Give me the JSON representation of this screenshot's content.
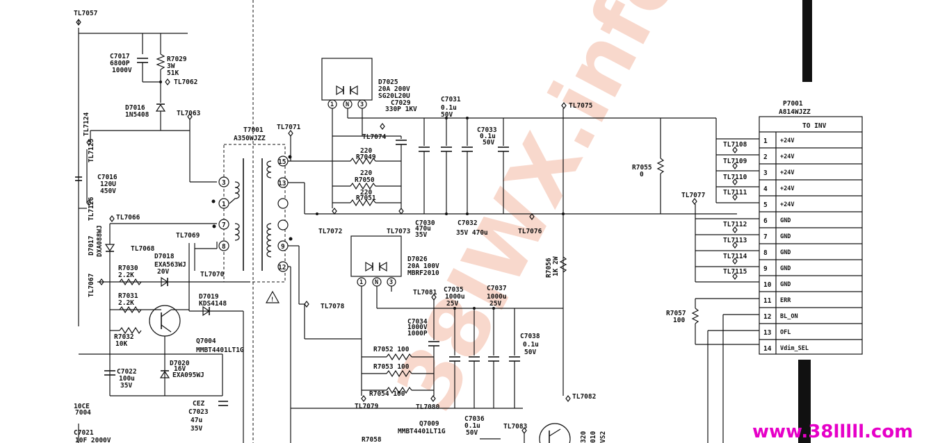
{
  "test_points": {
    "TL7057": "TL7057",
    "TL7062": "TL7062",
    "TL7063": "TL7063",
    "TL7124": "TL7124",
    "TL7125": "TL7125",
    "TL7126": "TL7126",
    "TL7067": "TL7067",
    "TL7066": "TL7066",
    "TL7068": "TL7068",
    "TL7069": "TL7069",
    "TL7070": "TL7070",
    "TL7071": "TL7071",
    "TL7072": "TL7072",
    "TL7073": "TL7073",
    "TL7074": "TL7074",
    "TL7075": "TL7075",
    "TL7076": "TL7076",
    "TL7077": "TL7077",
    "TL7078": "TL7078",
    "TL7079": "TL7079",
    "TL7080": "TL7080",
    "TL7081": "TL7081",
    "TL7082": "TL7082",
    "TL7083": "TL7083",
    "TL7108": "TL7108",
    "TL7109": "TL7109",
    "TL7110": "TL7110",
    "TL7111": "TL7111",
    "TL7112": "TL7112",
    "TL7113": "TL7113",
    "TL7114": "TL7114",
    "TL7115": "TL7115"
  },
  "components": {
    "c7017": [
      "C7017",
      "6800P",
      "1000V"
    ],
    "r7029": [
      "R7029",
      "3W",
      "51K"
    ],
    "d7016": [
      "D7016",
      "1N5408"
    ],
    "c7016": [
      "C7016",
      "120U",
      "450V"
    ],
    "d7017": [
      "D7017",
      "DXA088WJ"
    ],
    "d7018": [
      "D7018",
      "EXA563WJ",
      "20V"
    ],
    "r7030": [
      "R7030",
      "2.2K"
    ],
    "r7031": [
      "R7031",
      "2.2K"
    ],
    "r7032": [
      "R7032",
      "10K"
    ],
    "c7022": [
      "C7022",
      "100u",
      "35V"
    ],
    "q7004": [
      "Q7004",
      "MMBT4401LT1G"
    ],
    "d7019": [
      "D7019",
      "KDS4148"
    ],
    "d7020": [
      "D7020",
      "16V",
      "EXA095WJ"
    ],
    "c7023": [
      "CEZ",
      "C7023",
      "47u",
      "35V"
    ],
    "t7001": [
      "T7001",
      "A350WJZZ"
    ],
    "d7025": [
      "D7025",
      "20A   200V",
      "SG20L20U"
    ],
    "c7029": [
      "C7029",
      "330P  1KV"
    ],
    "c7031": [
      "C7031",
      "0.1u",
      "50V"
    ],
    "c7033": [
      "C7033",
      "0.1u",
      "50V"
    ],
    "r7049": [
      "220",
      "R7049"
    ],
    "r7050": [
      "220",
      "R7050"
    ],
    "r7051": [
      "220",
      "R7051"
    ],
    "c7030": [
      "C7030",
      "470u",
      "35V"
    ],
    "c7032": [
      "C7032",
      "35V  470u"
    ],
    "r7055": [
      "R7055",
      "0"
    ],
    "d7026": [
      "D7026",
      "20A    100V",
      "MBRF2010"
    ],
    "c7035": [
      "C7035",
      "1000u",
      "25V"
    ],
    "c7037": [
      "C7037",
      "1000u",
      "25V"
    ],
    "r7056": [
      "R7056",
      "1K 2W"
    ],
    "c7034": [
      "C7034",
      "1000V",
      "1000P"
    ],
    "c7038": [
      "C7038",
      "0.1u",
      "50V"
    ],
    "r7052": "R7052  100",
    "r7053": "R7053  100",
    "r7054": "R7054  100",
    "r7057": [
      "R7057",
      "100"
    ],
    "q7009": [
      "Q7009",
      "MMBT4401LT1G"
    ],
    "c7036": [
      "C7036",
      "0.1u",
      "50V"
    ],
    "r7058": "R7058",
    "c7021": [
      "C7021",
      "10F 2000V"
    ],
    "partial_left_top": "10CE",
    "partial_left_bot": "7004",
    "partial_q": [
      "320",
      "010",
      "VS2"
    ]
  },
  "transformer_pins": [
    "3",
    "1",
    "7",
    "8",
    "15",
    "13",
    "9",
    "12"
  ],
  "diode_pins": [
    "1",
    "N",
    "3"
  ],
  "connector": {
    "ref": "P7001",
    "part": "A814WJZZ",
    "header": "TO INV",
    "pins": [
      {
        "num": "1",
        "signal": "+24V"
      },
      {
        "num": "2",
        "signal": "+24V"
      },
      {
        "num": "3",
        "signal": "+24V"
      },
      {
        "num": "4",
        "signal": "+24V"
      },
      {
        "num": "5",
        "signal": "+24V"
      },
      {
        "num": "6",
        "signal": "GND"
      },
      {
        "num": "7",
        "signal": "GND"
      },
      {
        "num": "8",
        "signal": "GND"
      },
      {
        "num": "9",
        "signal": "GND"
      },
      {
        "num": "10",
        "signal": "GND"
      },
      {
        "num": "11",
        "signal": "ERR"
      },
      {
        "num": "12",
        "signal": "BL_ON"
      },
      {
        "num": "13",
        "signal": "OFL"
      },
      {
        "num": "14",
        "signal": "Vdim_SEL"
      }
    ]
  },
  "watermark": "38lWX.info",
  "site_url": "www.38lllll.com",
  "colors": {
    "watermark": "#f3b9a4",
    "site": "#e600c8",
    "ink": "#111111"
  }
}
